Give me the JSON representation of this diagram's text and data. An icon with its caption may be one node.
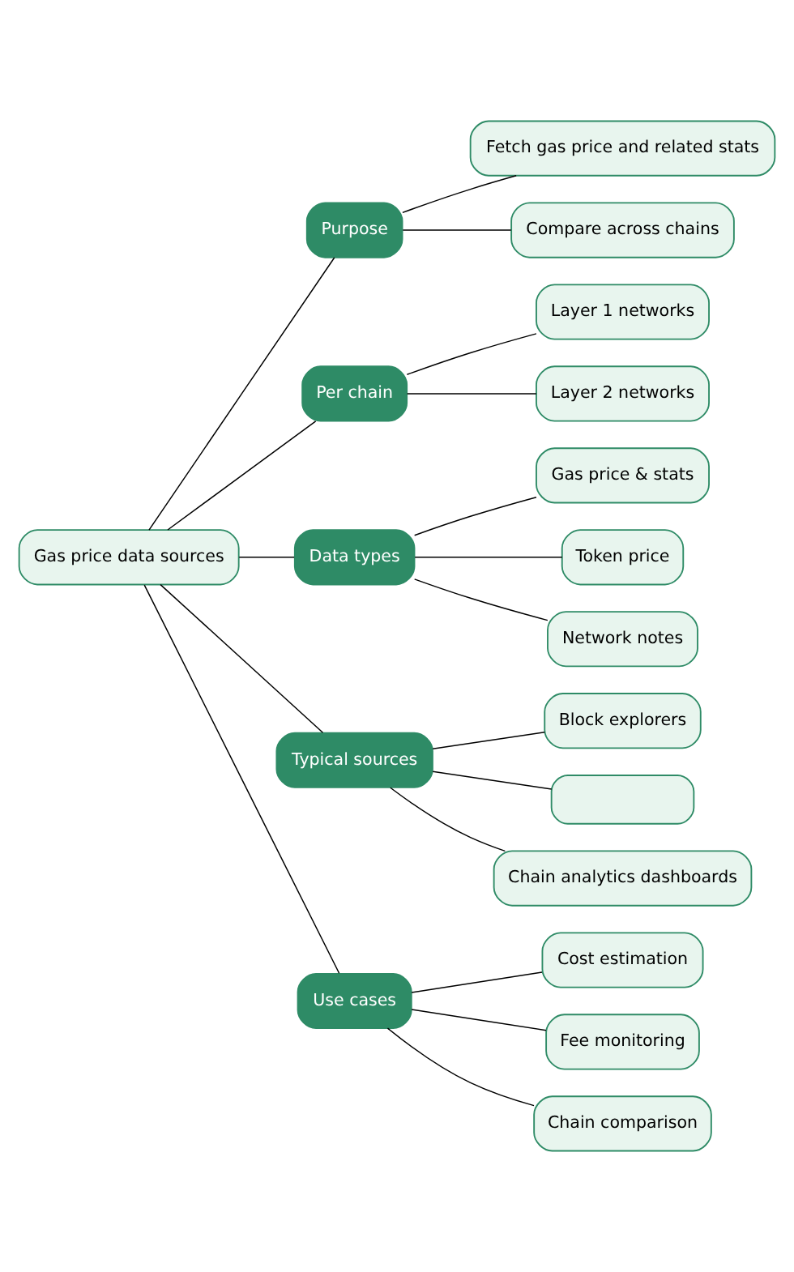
{
  "diagram": {
    "nodes": [
      {
        "text": [
          "Gas price data sources"
        ]
      },
      {
        "text": [
          "Purpose"
        ]
      },
      {
        "text": [
          "Fetch gas price and related stats"
        ]
      },
      {
        "text": [
          "Compare across chains"
        ]
      },
      {
        "text": [
          "Per chain"
        ]
      },
      {
        "text": [
          "Layer 1 networks"
        ]
      },
      {
        "text": [
          "Layer 2 networks"
        ]
      },
      {
        "text": [
          "Data types"
        ]
      },
      {
        "text": [
          "Gas price & stats"
        ]
      },
      {
        "text": [
          "Token price"
        ]
      },
      {
        "text": [
          "Network notes"
        ]
      },
      {
        "text": [
          "Typical sources"
        ]
      },
      {
        "text": [
          "Block explorers"
        ]
      },
      {
        "text": [],
        "shape": "box"
      },
      {
        "text": [
          "Chain analytics dashboards"
        ]
      },
      {
        "text": [
          "Use cases"
        ]
      },
      {
        "text": [
          "Cost estimation"
        ]
      },
      {
        "text": [
          "Fee monitoring"
        ]
      },
      {
        "text": [
          "Chain comparison"
        ]
      }
    ],
    "edges": [
      {
        "from": 0,
        "to": 1,
        "arrow": "none"
      },
      {
        "from": 1,
        "to": 2,
        "arrow": "none"
      },
      {
        "from": 1,
        "to": 3,
        "arrow": "none"
      },
      {
        "from": 0,
        "to": 4,
        "arrow": "none"
      },
      {
        "from": 4,
        "to": 5,
        "arrow": "none"
      },
      {
        "from": 4,
        "to": 6,
        "arrow": "none"
      },
      {
        "from": 0,
        "to": 7,
        "arrow": "none"
      },
      {
        "from": 7,
        "to": 8,
        "arrow": "none"
      },
      {
        "from": 7,
        "to": 9,
        "arrow": "none"
      },
      {
        "from": 7,
        "to": 10,
        "arrow": "none"
      },
      {
        "from": 0,
        "to": 11,
        "arrow": "none"
      },
      {
        "from": 11,
        "to": 12,
        "arrow": "none"
      },
      {
        "from": 11,
        "to": 13,
        "arrow": "none"
      },
      {
        "from": 11,
        "to": 14,
        "arrow": "none"
      },
      {
        "from": 0,
        "to": 15,
        "arrow": "none"
      },
      {
        "from": 15,
        "to": 16,
        "arrow": "none"
      },
      {
        "from": 15,
        "to": 17,
        "arrow": "none"
      },
      {
        "from": 15,
        "to": 18,
        "arrow": "none"
      }
    ]
  }
}
